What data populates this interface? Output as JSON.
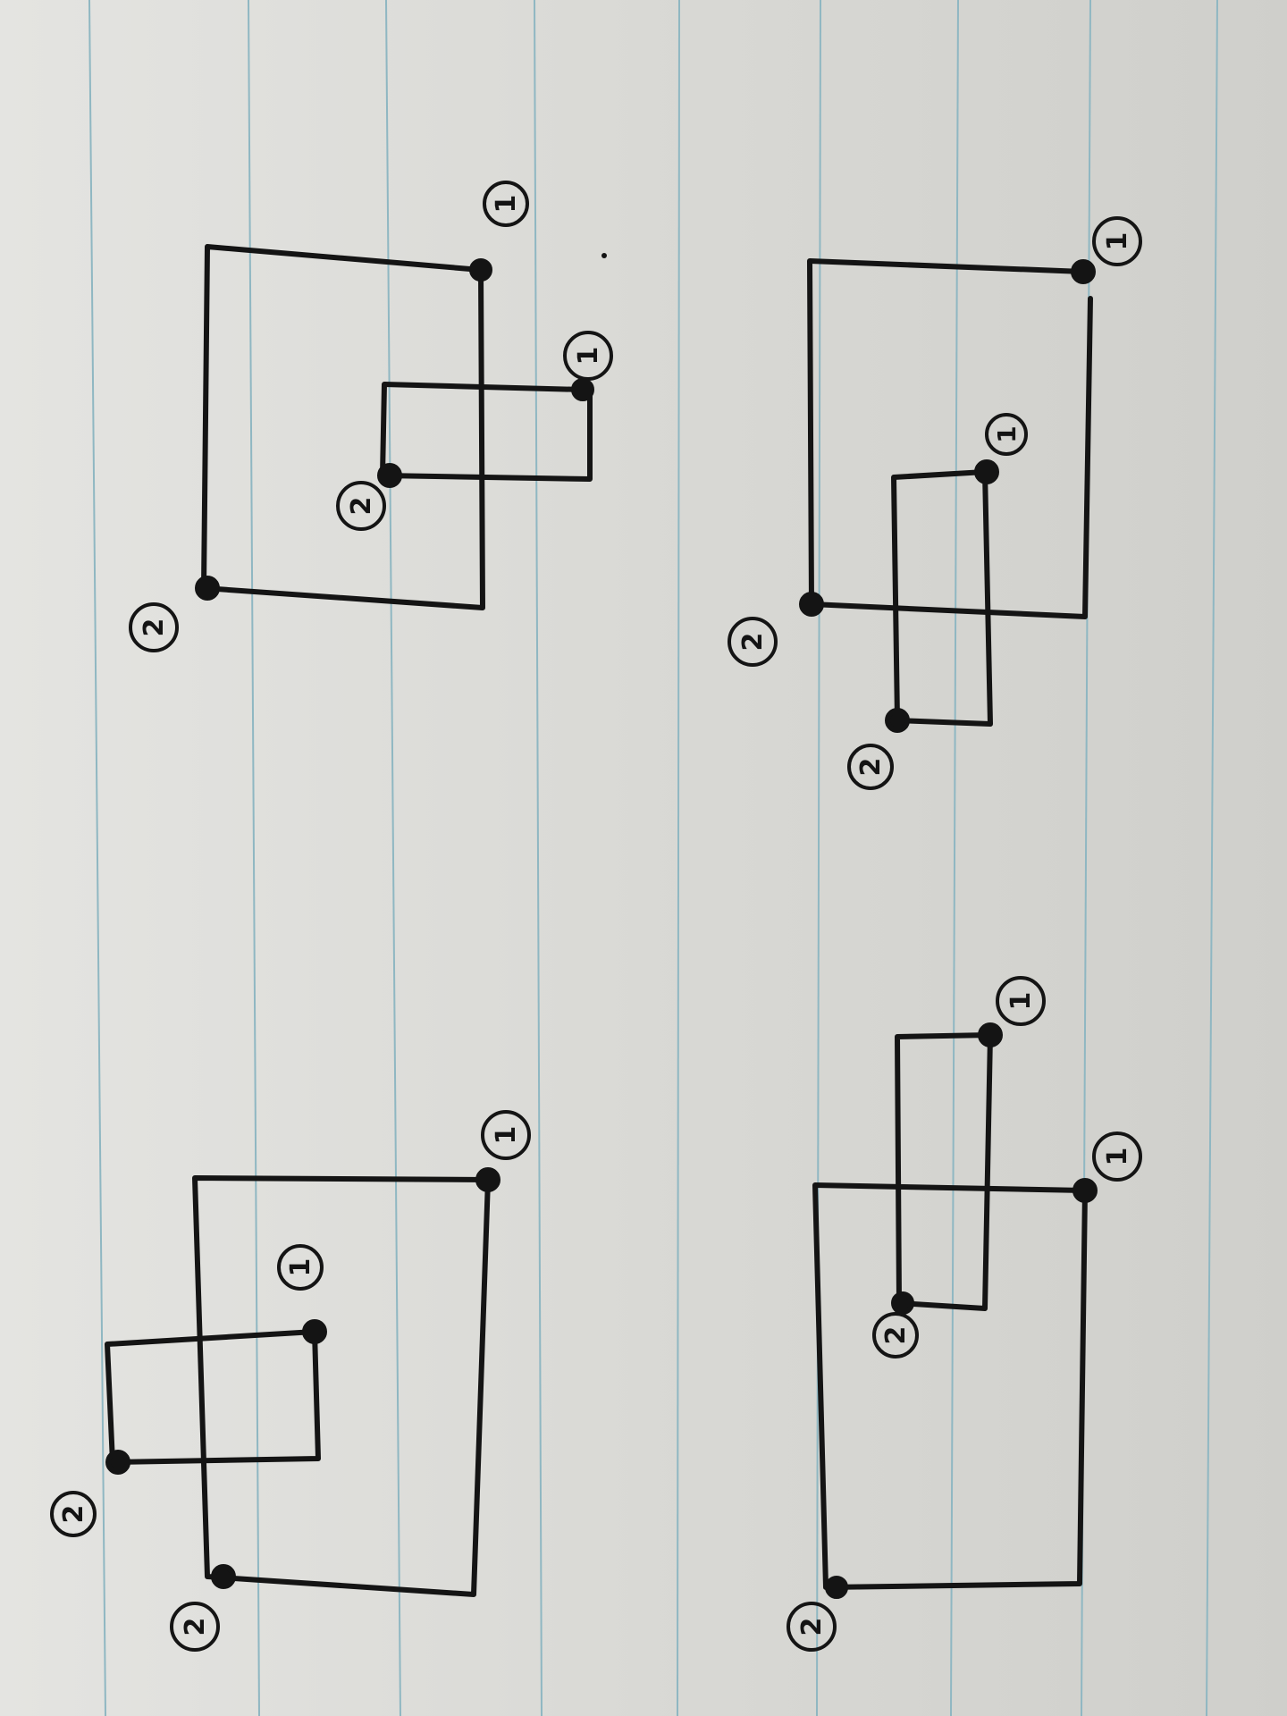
{
  "paper": {
    "background": "#d6d6d2",
    "rule_color": "#8fb7c2",
    "ink_color": "#141414"
  },
  "diagrams": [
    {
      "id": "top-left",
      "label_1": [
        "1",
        "1"
      ],
      "label_2": [
        "2",
        "2"
      ]
    },
    {
      "id": "bottom-left",
      "label_1": [
        "1",
        "1"
      ],
      "label_2": [
        "2",
        "2"
      ]
    },
    {
      "id": "top-right",
      "label_1": [
        "1",
        "1"
      ],
      "label_2": [
        "2",
        "2"
      ]
    },
    {
      "id": "bottom-right",
      "label_1": [
        "1",
        "1"
      ],
      "label_2": [
        "2",
        "2"
      ]
    }
  ]
}
